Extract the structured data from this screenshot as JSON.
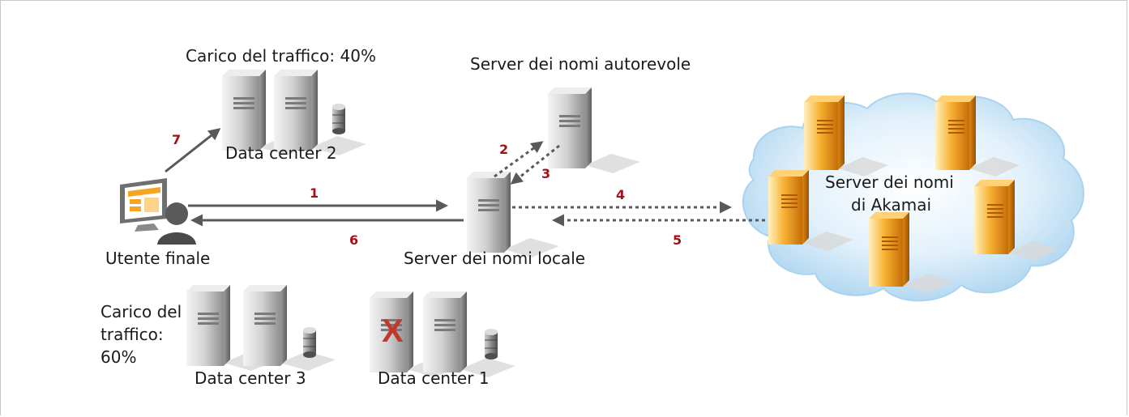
{
  "labels": {
    "dc2_load": "Carico del traffico: 40%",
    "dc2_name": "Data center 2",
    "authoritative": "Server dei nomi autorevole",
    "cloud_line1": "Server dei nomi",
    "cloud_line2": "di Akamai",
    "end_user": "Utente finale",
    "local_ns": "Server dei nomi locale",
    "dc3_load_line1": "Carico del",
    "dc3_load_line2": "traffico:",
    "dc3_load_line3": "60%",
    "dc3_name": "Data center 3",
    "dc1_name": "Data center 1",
    "failure_mark": "X"
  },
  "steps": [
    "1",
    "2",
    "3",
    "4",
    "5",
    "6",
    "7"
  ],
  "colors": {
    "arrow": "#595959",
    "step_number": "#a1111a",
    "failure": "#c0392b",
    "cloud_fill": "#cfe8f7",
    "akamai_server": "#f0a020",
    "server_gray": "#b8b8b8"
  }
}
